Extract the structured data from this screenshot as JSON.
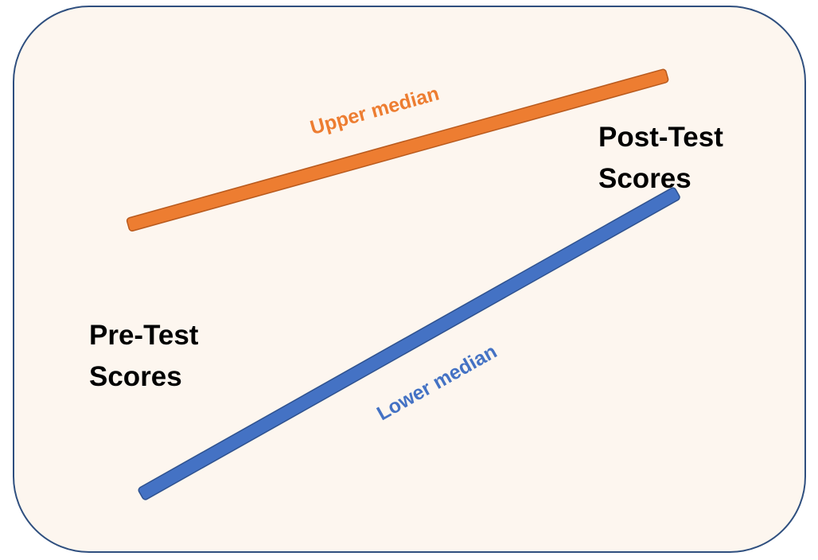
{
  "labels": {
    "pre_test_line1": "Pre-Test",
    "pre_test_line2": "Scores",
    "post_test_line1": "Post-Test",
    "post_test_line2": "Scores"
  },
  "lines": [
    {
      "name": "Upper median",
      "color": "#ed7d31",
      "outline": "#b85a1e"
    },
    {
      "name": "Lower median",
      "color": "#4472c4",
      "outline": "#2f528f"
    }
  ],
  "panel": {
    "fill": "#fdf6ef",
    "border": "#2f4f7f"
  }
}
